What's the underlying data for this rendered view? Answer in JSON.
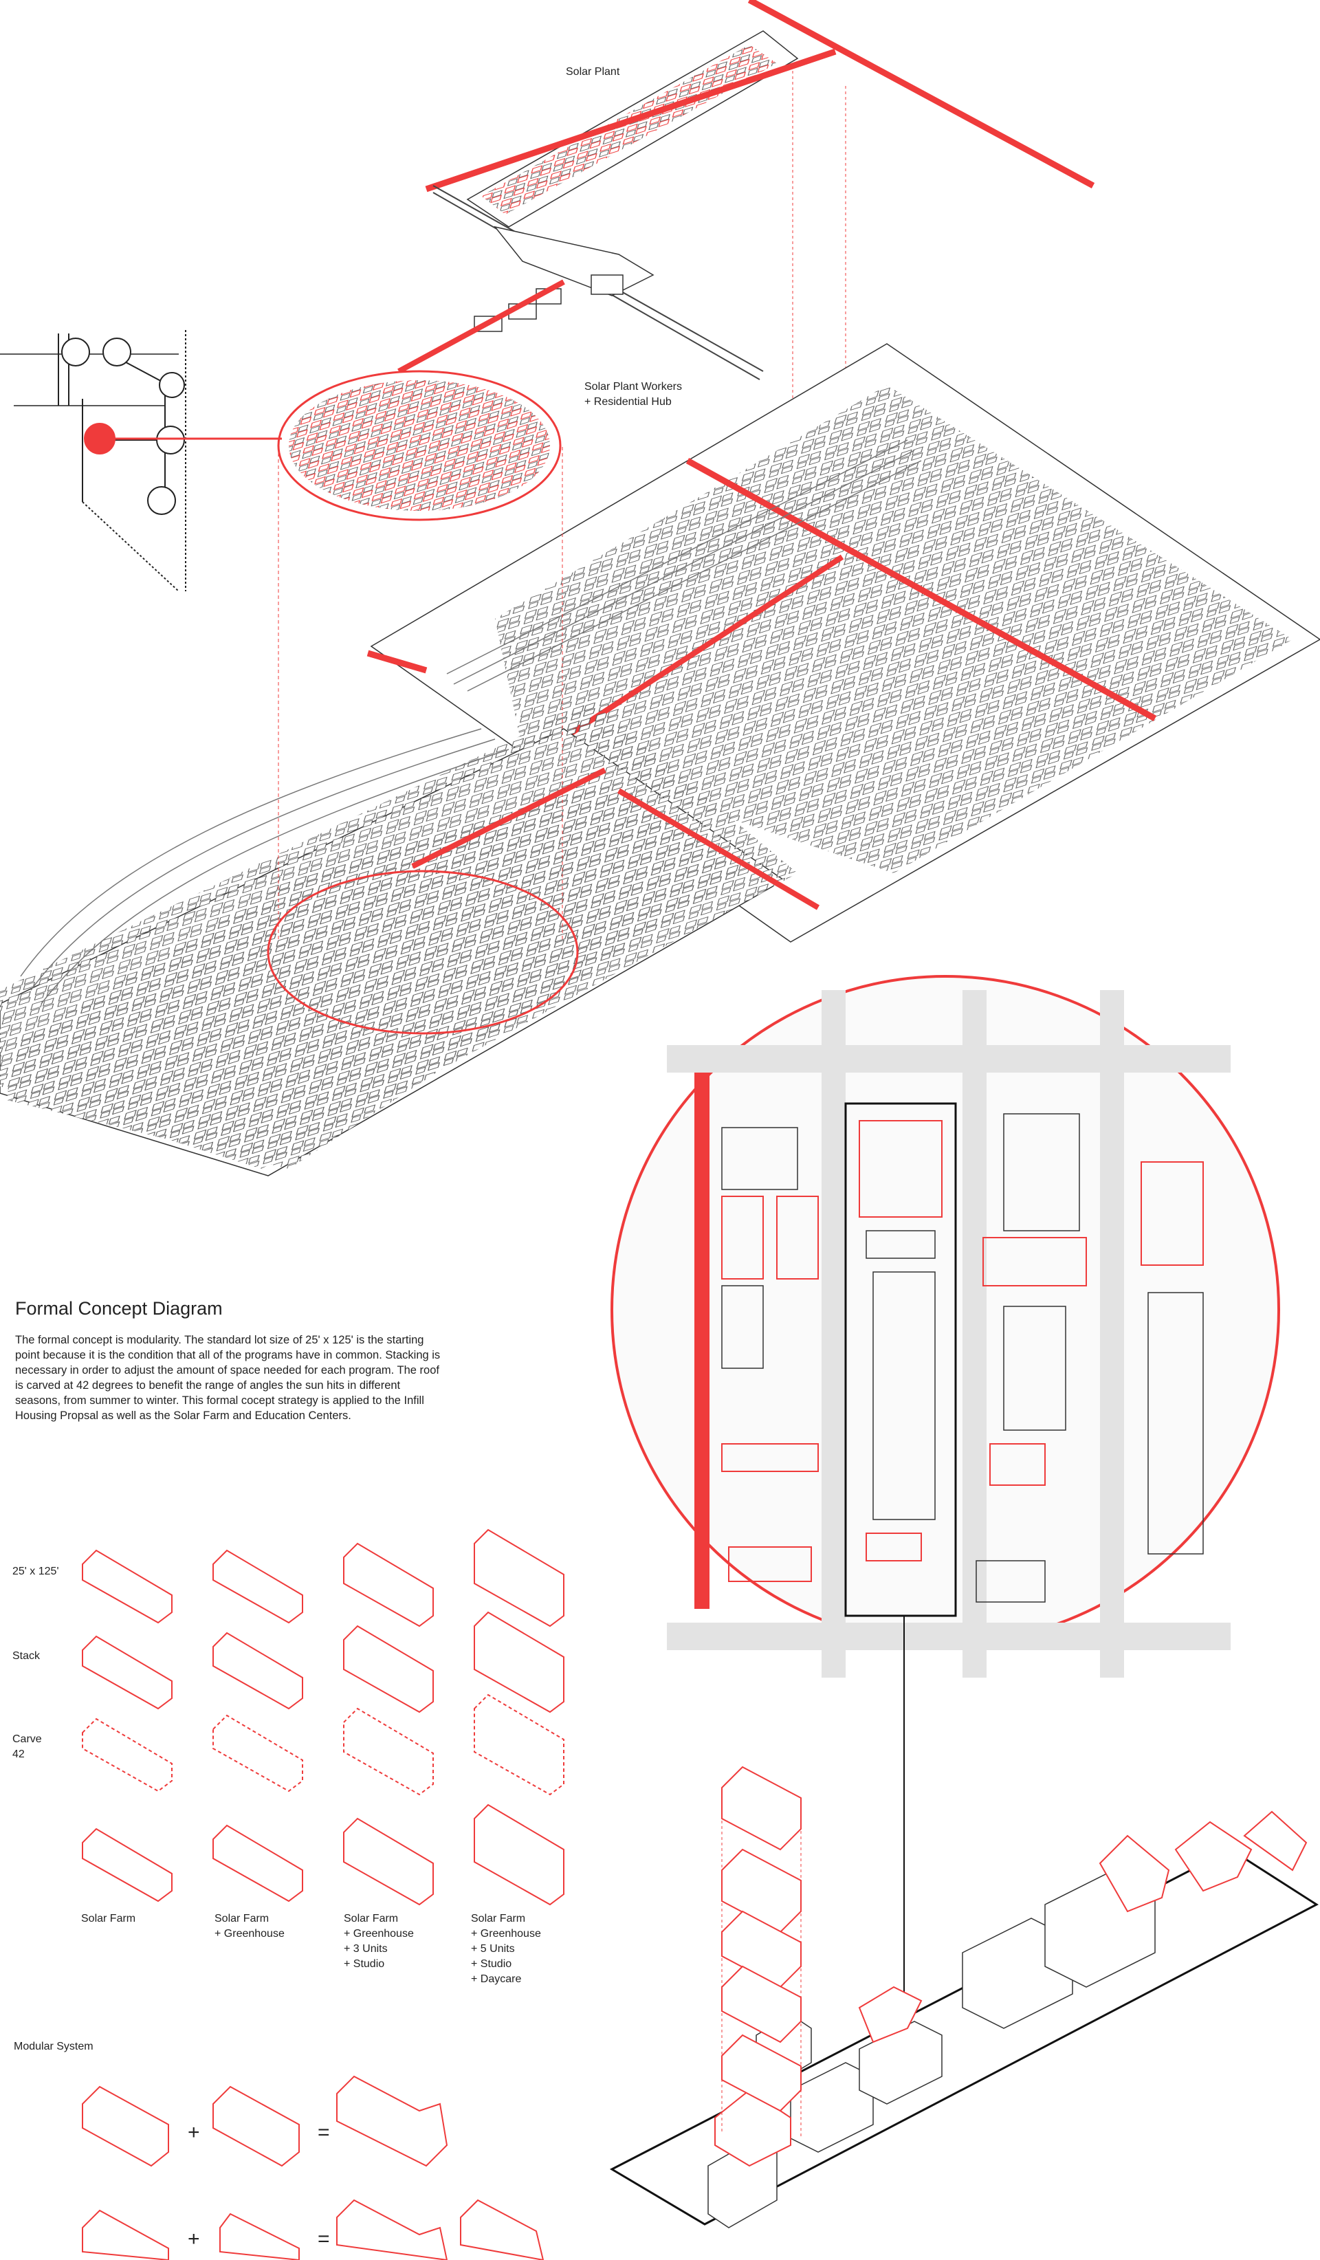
{
  "labels": {
    "solar_plant": "Solar Plant",
    "workers_hub": "Solar Plant Workers\n+ Residential Hub"
  },
  "concept": {
    "title": "Formal Concept Diagram",
    "body": "The formal concept is modularity. The standard lot size of 25' x 125' is the starting point because it is the condition that all of the programs have in common. Stacking is necessary in order to adjust the amount of space needed for each program. The roof is carved at 42 degrees to benefit the range of angles the sun hits in different seasons, from summer to winter. This formal cocept strategy is applied to the Infill Housing Propsal as well as the Solar Farm and Education Centers."
  },
  "rows": {
    "lot": "25' x 125'",
    "stack": "Stack",
    "carve": "Carve\n42"
  },
  "columns": [
    "Solar Farm",
    "Solar Farm\n+ Greenhouse",
    "Solar Farm\n+ Greenhouse\n+ 3 Units\n+ Studio",
    "Solar Farm\n+ Greenhouse\n+ 5 Units\n+ Studio\n+ Daycare"
  ],
  "modular": {
    "title": "Modular System",
    "plus": "+",
    "equals": "="
  },
  "colors": {
    "accent": "#ef3b3b",
    "line": "#2b2b2b",
    "road": "#e6e6e6"
  }
}
